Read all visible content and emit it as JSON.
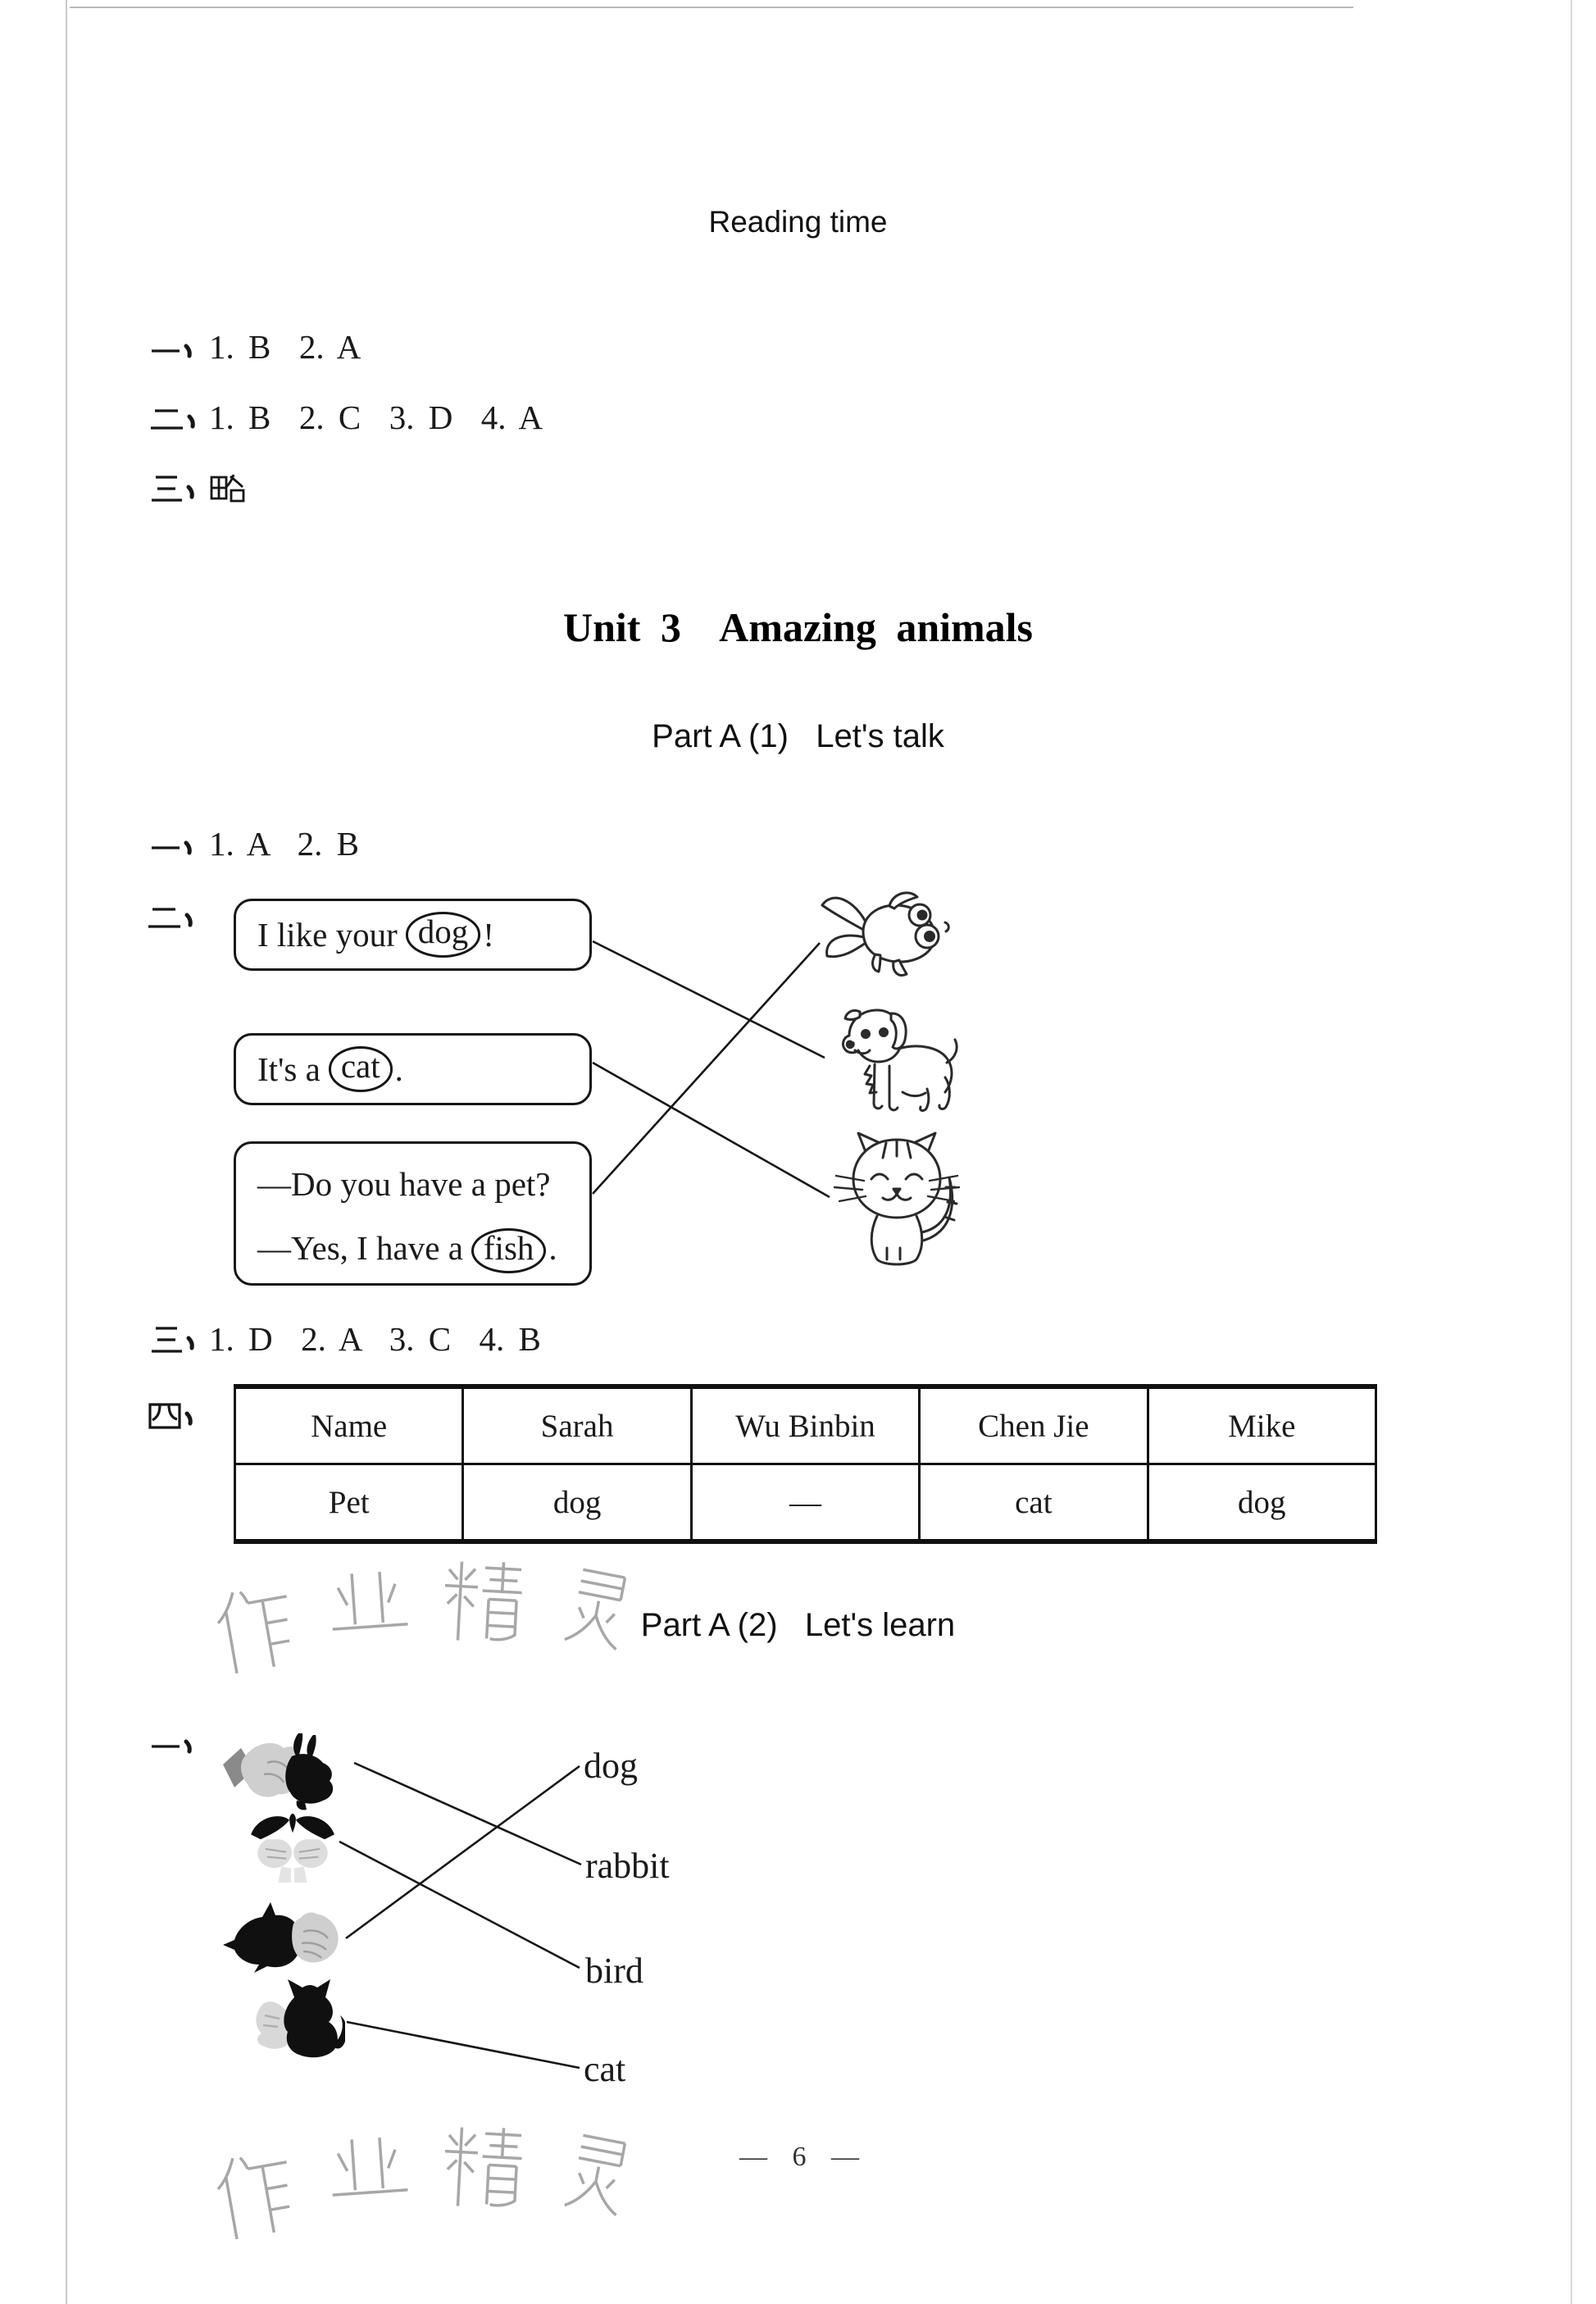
{
  "page": {
    "number": "— 6 —",
    "watermark": "作业精灵"
  },
  "reading_time": {
    "title": "Reading time",
    "answers": [
      {
        "marker": "一、",
        "text": "1. B  2. A"
      },
      {
        "marker": "二、",
        "text": "1. B  2. C  3. D  4. A"
      },
      {
        "marker": "三、",
        "text": "略"
      }
    ]
  },
  "unit3": {
    "title": "Unit 3  Amazing animals",
    "part_a1": {
      "heading": "Part A (1)   Let's talk",
      "q1": {
        "marker": "一、",
        "text": "1. A  2. B"
      },
      "q2": {
        "marker": "二、",
        "boxes": [
          {
            "pre": "I like your",
            "circled": "dog",
            "post": "!"
          },
          {
            "pre": "It's a",
            "circled": "cat",
            "post": "."
          },
          {
            "line1": "—Do you have a pet?",
            "line2_pre": "—Yes, I have a",
            "line2_circled": "fish",
            "line2_post": "."
          }
        ],
        "images": [
          "goldfish",
          "puppy",
          "kitten"
        ]
      },
      "q3": {
        "marker": "三、",
        "text": "1. D  2. A  3. C  4. B"
      },
      "q4": {
        "marker": "四、",
        "table": {
          "header": [
            "Name",
            "Sarah",
            "Wu Binbin",
            "Chen Jie",
            "Mike"
          ],
          "row": [
            "Pet",
            "dog",
            "—",
            "cat",
            "dog"
          ]
        }
      }
    },
    "part_a2": {
      "heading": "Part A (2)   Let's learn",
      "q1": {
        "marker": "一、",
        "words": [
          "dog",
          "rabbit",
          "bird",
          "cat"
        ],
        "shadows": [
          "rabbit-hand-shadow",
          "bird-hand-shadow",
          "dog-hand-shadow",
          "cat-hand-shadow"
        ]
      }
    }
  }
}
